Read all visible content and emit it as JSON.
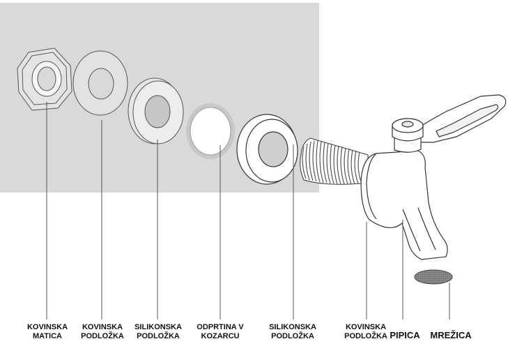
{
  "diagram": {
    "labels": {
      "kovinska_matica": [
        "KOVINSKA",
        "MATICA"
      ],
      "kovinska_podlozka_1": [
        "KOVINSKA",
        "PODLOŽKA"
      ],
      "silikonska_podlozka_1": [
        "SILIKONSKA",
        "PODLOŽKA"
      ],
      "odprtina": [
        "ODPRTINA V",
        "KOZARCU"
      ],
      "silikonska_podlozka_2": [
        "SILIKONSKA",
        "PODLOŽKA"
      ],
      "kovinska_podlozka_2": [
        "KOVINSKA",
        "PODLOŽKA"
      ],
      "pipica": [
        "PIPICA"
      ],
      "mrezica": [
        "MREŽICA"
      ]
    },
    "colors": {
      "panel": "#d9d9d9",
      "line": "#555555",
      "outline": "#333333",
      "silicone": "#c6c6c6"
    }
  }
}
